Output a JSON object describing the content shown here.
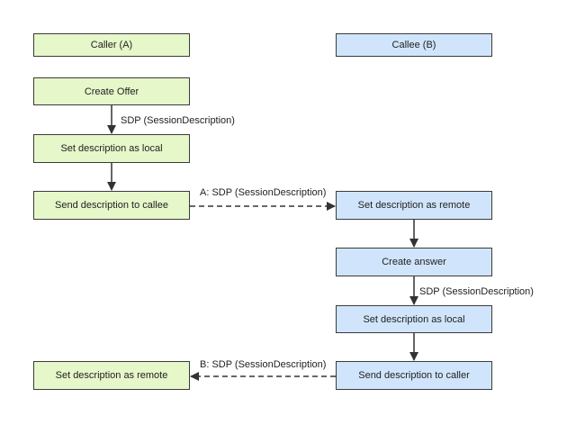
{
  "caller_header": "Caller (A)",
  "callee_header": "Callee (B)",
  "caller_steps": {
    "create_offer": "Create Offer",
    "set_local": "Set description as local",
    "send_to_callee": "Send description to callee",
    "set_remote": "Set description as remote"
  },
  "callee_steps": {
    "set_remote": "Set description as remote",
    "create_answer": "Create answer",
    "set_local": "Set description as local",
    "send_to_caller": "Send description to caller"
  },
  "edge_labels": {
    "offer_sdp": "SDP (SessionDescription)",
    "a_sdp": "A: SDP (SessionDescription)",
    "answer_sdp": "SDP (SessionDescription)",
    "b_sdp": "B: SDP (SessionDescription)"
  },
  "colors": {
    "caller_fill": "#e6f7c9",
    "callee_fill": "#d0e5fb",
    "border": "#3b3b3b"
  }
}
